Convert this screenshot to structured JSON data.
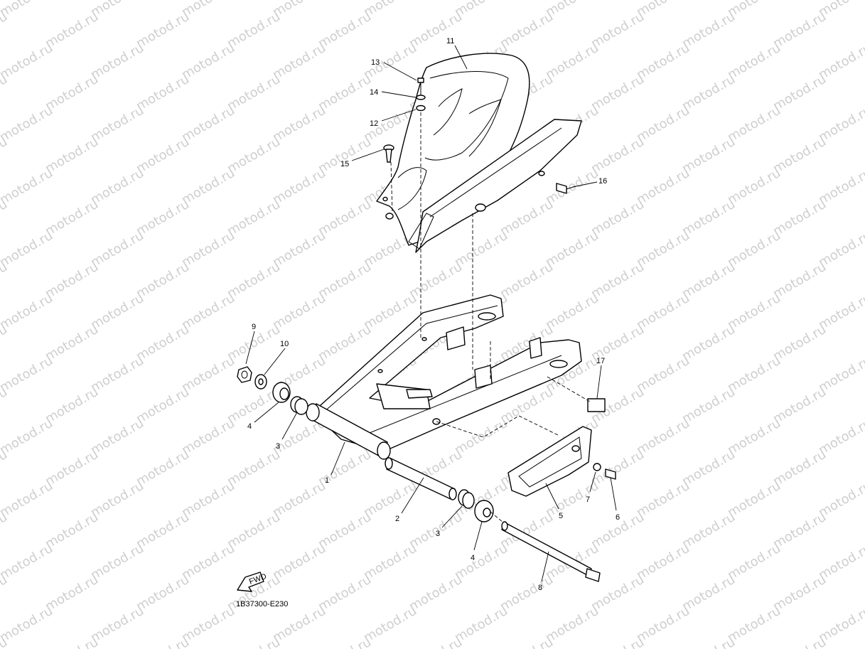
{
  "watermark": "motod.ru",
  "diagram_code": "1B37300-E230",
  "fwd_label": "FWD",
  "callouts": [
    "1",
    "2",
    "3",
    "3",
    "4",
    "4",
    "5",
    "6",
    "7",
    "8",
    "9",
    "10",
    "11",
    "12",
    "13",
    "14",
    "15",
    "16",
    "17"
  ]
}
